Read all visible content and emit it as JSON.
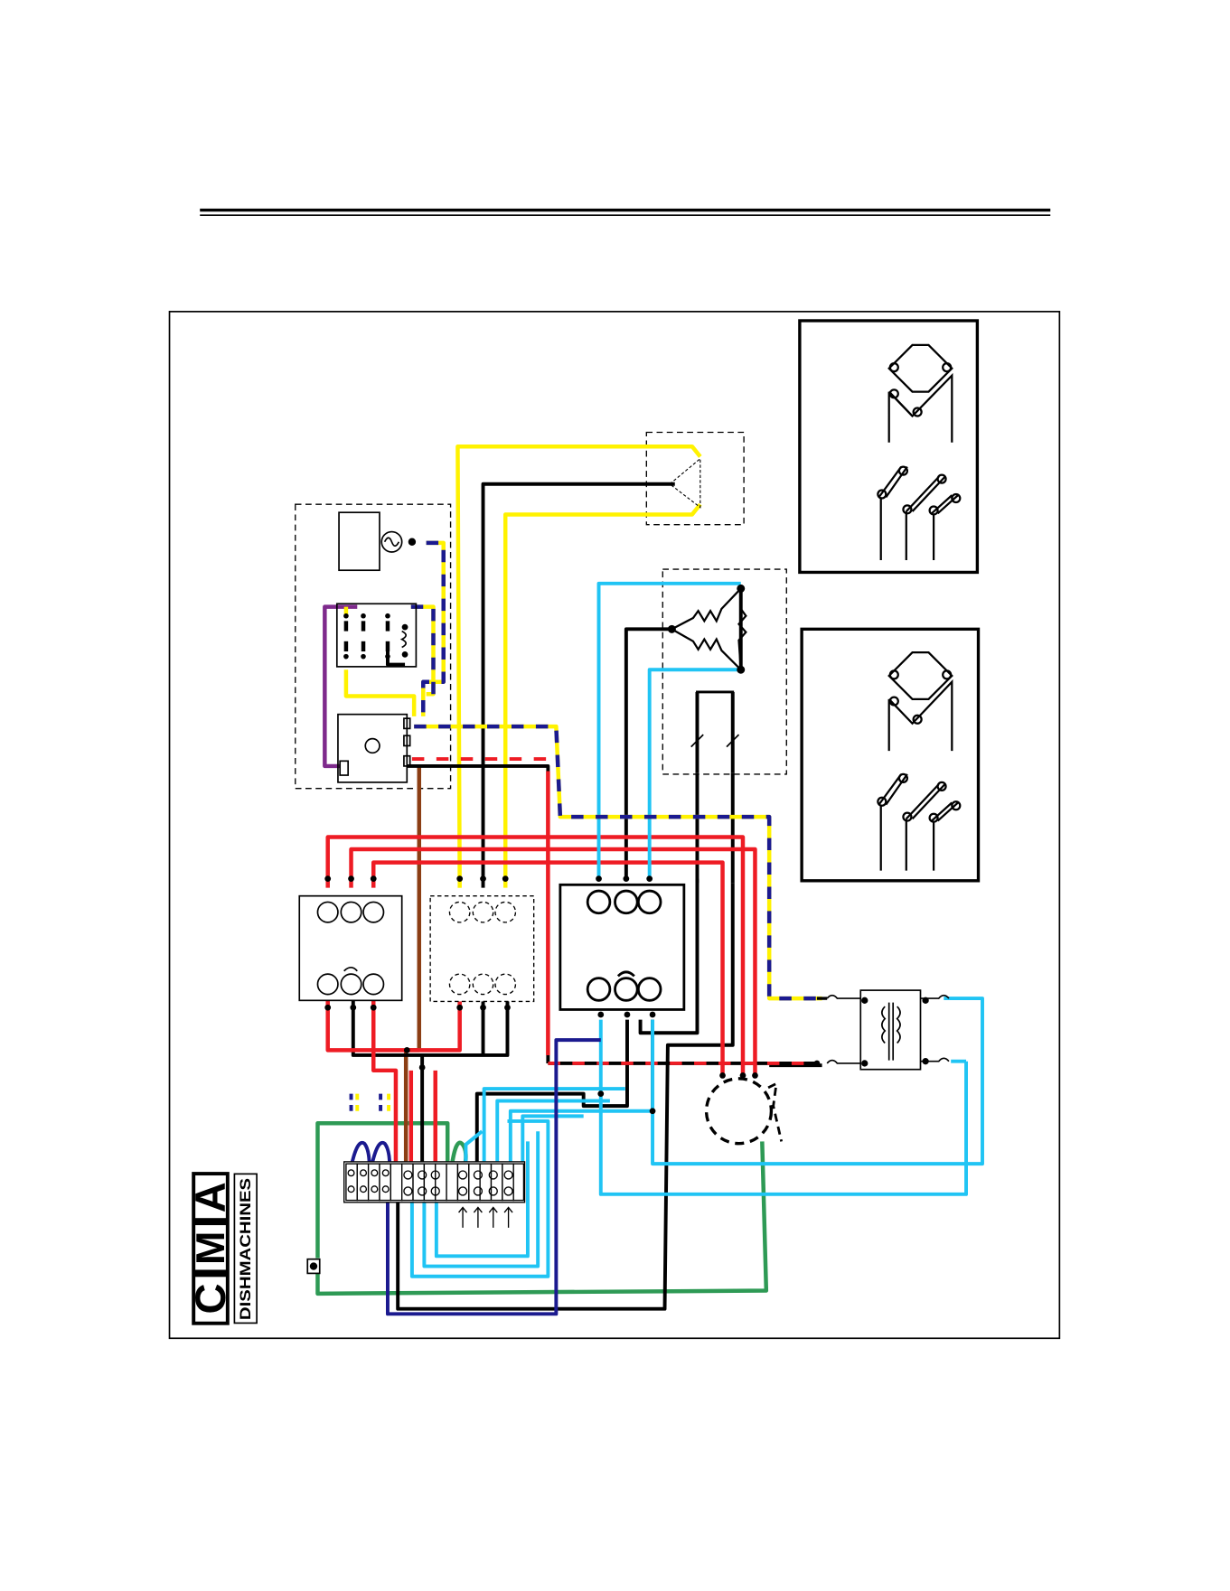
{
  "document": {
    "type": "wiring-schematic",
    "header_rule": true
  },
  "logo": {
    "letters": [
      "C",
      "M",
      "A"
    ],
    "subtitle": "DISHMACHINES"
  },
  "wire_colors": {
    "black": "#000000",
    "red": "#ee1c24",
    "yellow": "#fff200",
    "light_blue": "#20c4f4",
    "dark_blue": "#1b1a8f",
    "green": "#2e9a55",
    "brown": "#8b3e14",
    "purple": "#7e2a8c"
  },
  "components": [
    {
      "name": "motor-starter-box",
      "icon": "relay-icon"
    },
    {
      "name": "heater-element-delta-dashed",
      "icon": "resistor-delta-icon"
    },
    {
      "name": "heater-element-delta",
      "icon": "resistor-delta-icon"
    },
    {
      "name": "thermostat-switches",
      "icon": "switch-icon"
    },
    {
      "name": "contactor-1",
      "icon": "contactor-icon"
    },
    {
      "name": "contactor-2-dashed",
      "icon": "contactor-icon"
    },
    {
      "name": "contactor-3",
      "icon": "contactor-icon"
    },
    {
      "name": "transformer",
      "icon": "transformer-icon"
    },
    {
      "name": "pump-motor",
      "icon": "motor-icon"
    },
    {
      "name": "terminal-block",
      "icon": "terminal-block-icon"
    },
    {
      "name": "jumper-detail-top",
      "icon": "jumper-icon"
    },
    {
      "name": "jumper-detail-bottom",
      "icon": "jumper-icon"
    }
  ]
}
